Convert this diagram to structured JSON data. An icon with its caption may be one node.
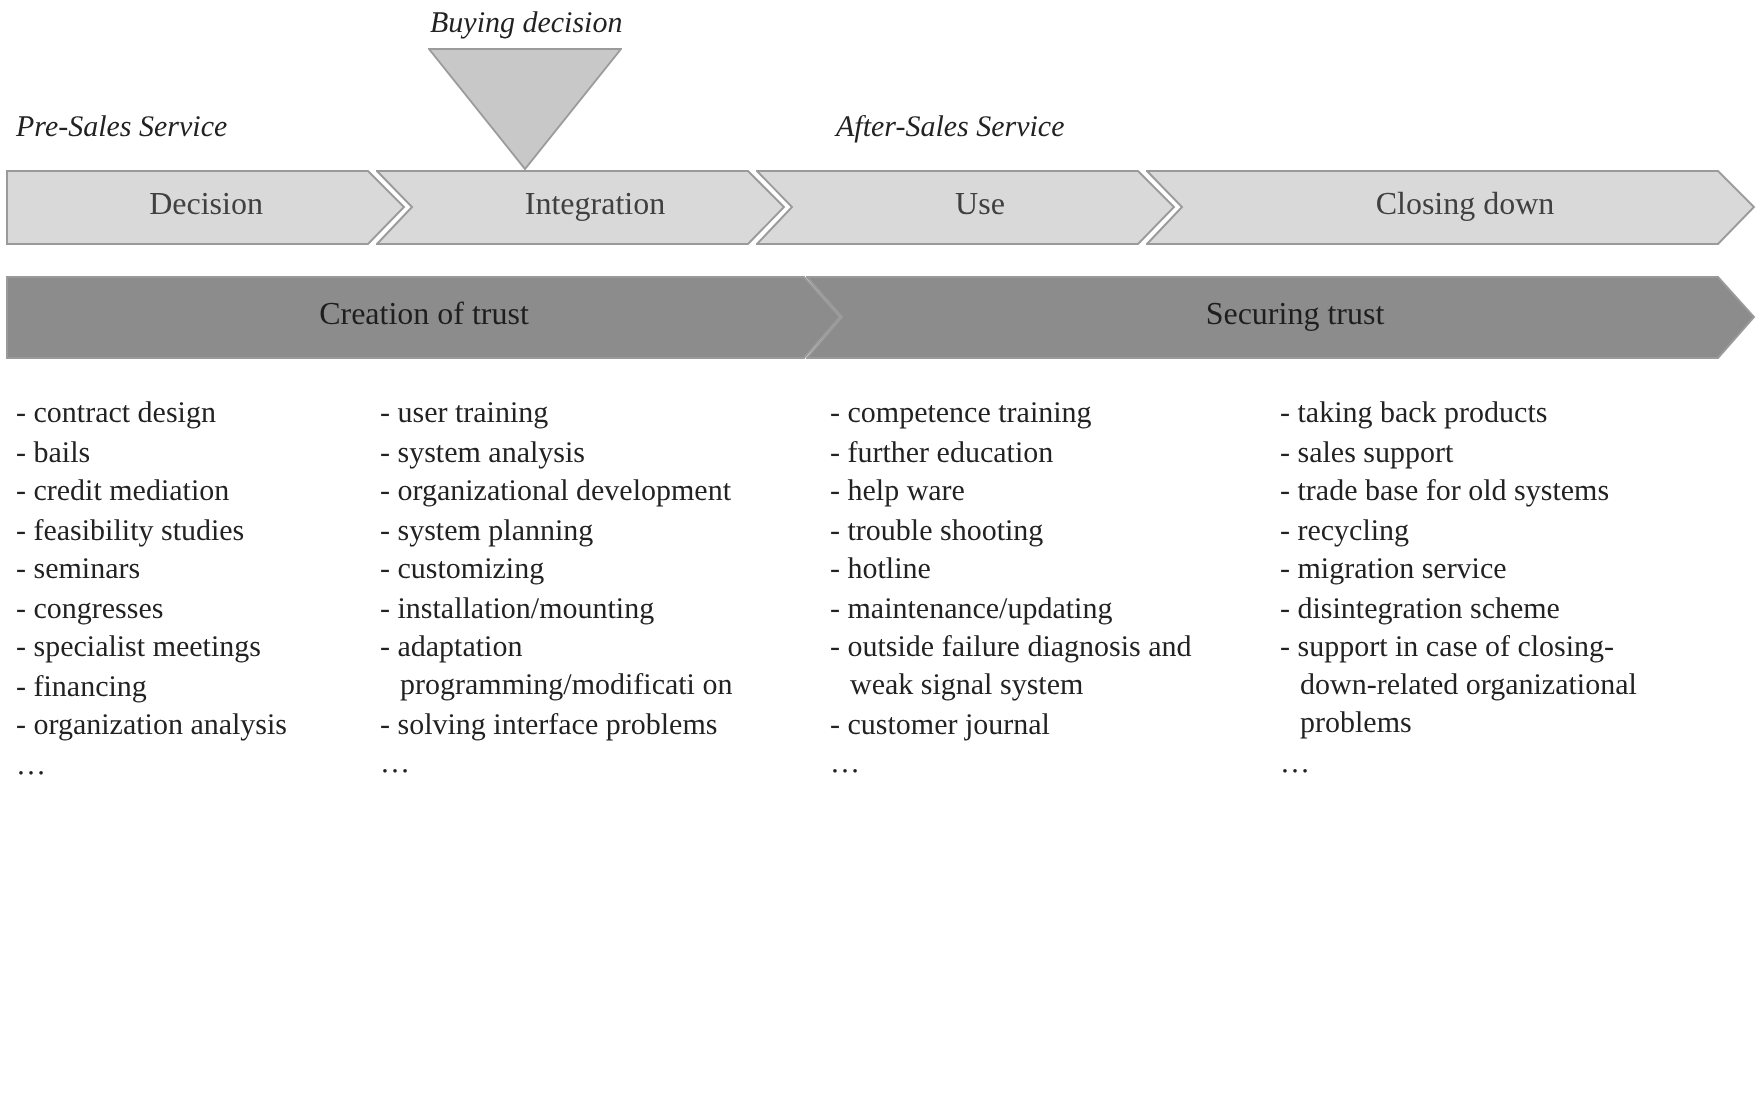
{
  "diagram": {
    "nodes": [
      {
        "text": [
          "Decision"
        ]
      },
      {
        "text": [
          "Integration"
        ]
      },
      {
        "text": [
          "Use"
        ]
      },
      {
        "text": [
          "Closing down"
        ]
      },
      {
        "text": [
          "Creation of trust"
        ]
      },
      {
        "text": [
          "Securing trust"
        ]
      },
      {
        "text": [],
        "shape": "triangle"
      }
    ],
    "edges": [],
    "labels": [
      "Buying decision",
      "Pre-Sales Service",
      "After-Sales Service",
      "- contract design",
      "- bails",
      "- credit mediation",
      "- feasibility studies",
      "- seminars",
      "- congresses",
      "- specialist meetings",
      "- financing",
      "- organization analysis",
      "…",
      "- user training",
      "- system analysis",
      "- organizational development",
      "- system planning",
      "- customizing",
      "- installation/mounting",
      "- adaptation programming/modificati on",
      "- solving interface problems",
      "…",
      "- competence training",
      "- further education",
      "- help ware",
      "- trouble shooting",
      "- hotline",
      "- maintenance/updating",
      "- outside failure diagnosis and weak signal system",
      "- customer journal",
      "…",
      "- taking back products",
      "- sales support",
      "- trade base for old systems",
      "- recycling",
      "- migration service",
      "- disintegration scheme",
      "- support in case of closing-down-related organizational problems",
      "…"
    ]
  }
}
